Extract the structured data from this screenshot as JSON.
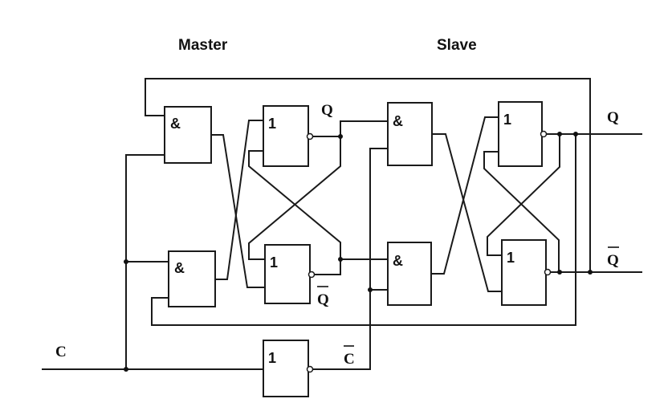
{
  "title_master": "Master",
  "title_slave": "Slave",
  "gate_and_symbol": "&",
  "gate_or_symbol": "1",
  "signals": {
    "master_q": "Q",
    "master_q_bar": "Q",
    "slave_q": "Q",
    "slave_q_bar": "Q",
    "clock": "C",
    "clock_bar": "C"
  }
}
